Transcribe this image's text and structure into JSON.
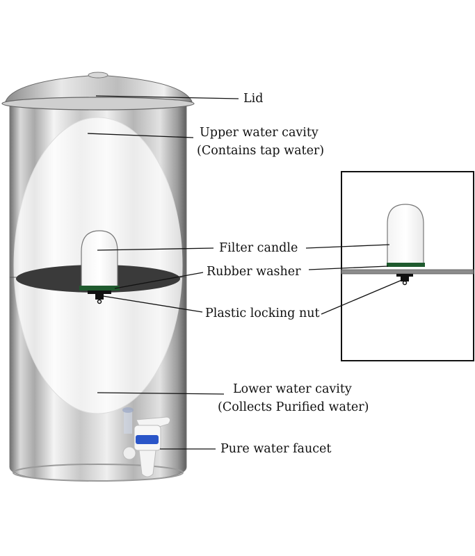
{
  "labels": {
    "lid": "Lid",
    "upper_line1": "Upper water cavity",
    "upper_line2": "(Contains tap water)",
    "filter_candle": "Filter candle",
    "rubber_washer": "Rubber washer",
    "locking_nut": "Plastic locking nut",
    "lower_line1": "Lower water cavity",
    "lower_line2": "(Collects Purified water)",
    "faucet": "Pure water faucet"
  },
  "colors": {
    "steel_light": "#e6e6e6",
    "steel_dark": "#8a8a8a",
    "washer_green": "#1f5a2e",
    "faucet_blue": "#2a55c8",
    "plate": "#3a3a3a",
    "leader": "#111111"
  }
}
